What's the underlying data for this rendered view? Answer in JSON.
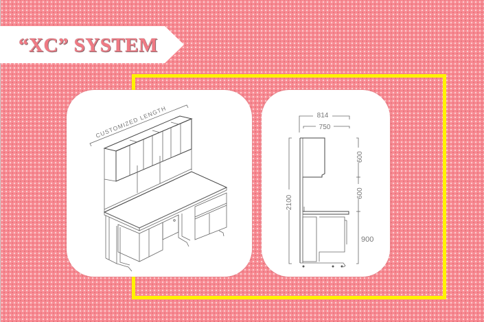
{
  "banner": {
    "title": "“XC” SYSTEM"
  },
  "colors": {
    "background": "#f78a92",
    "banner_bg": "#ffffff",
    "title_text": "#f07a84",
    "frame": "#fff200",
    "card_bg": "#ffffff",
    "line": "#666666"
  },
  "iso_drawing": {
    "label": "CUSTOMIZED LENGTH"
  },
  "side_drawing": {
    "dimensions": {
      "overall_depth": "814",
      "cabinet_depth": "750",
      "total_height": "2100",
      "upper_cabinet": "600",
      "middle_gap": "600",
      "base_height": "900"
    }
  }
}
